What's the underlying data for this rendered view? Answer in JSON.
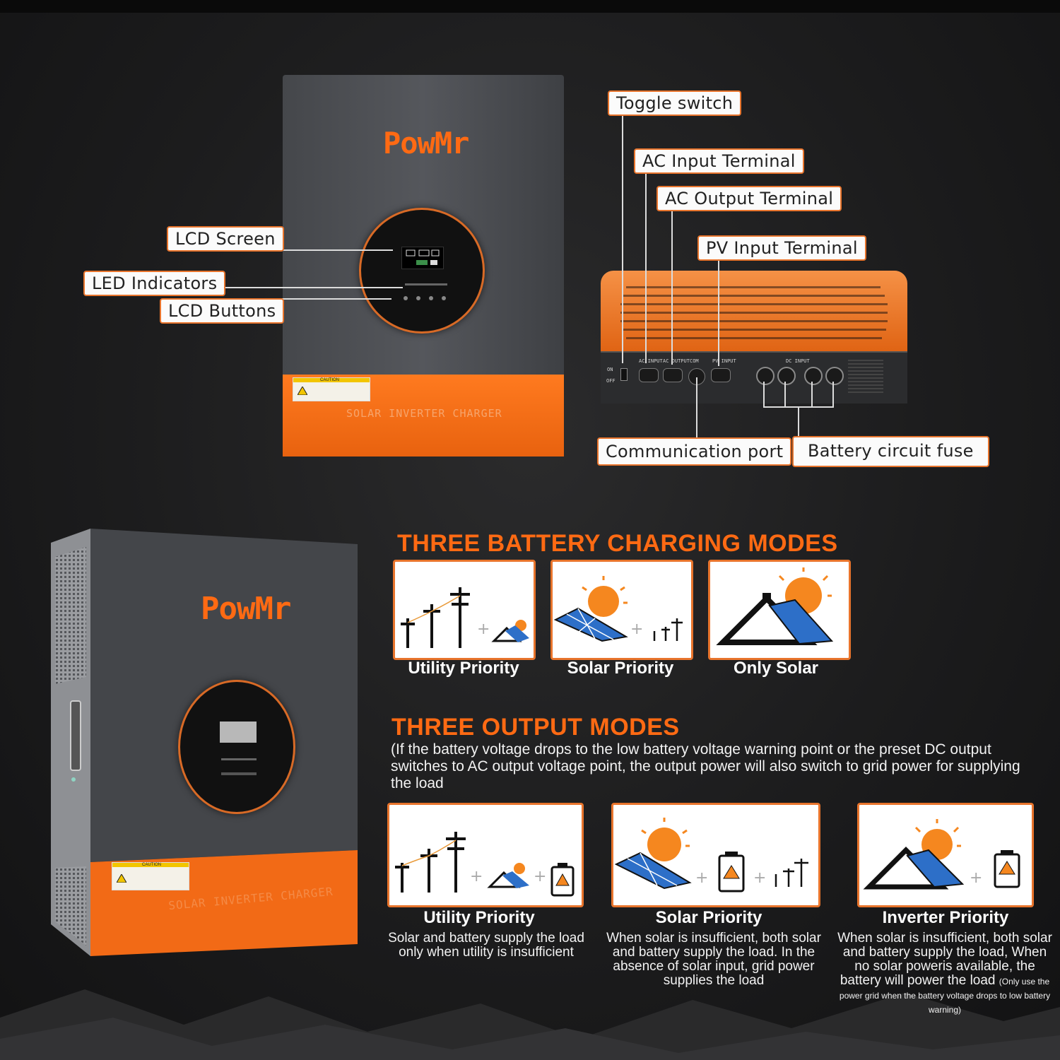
{
  "callouts": {
    "lcd_screen": "LCD Screen",
    "led_indicators": "LED Indicators",
    "lcd_buttons": "LCD Buttons",
    "toggle_switch": "Toggle switch",
    "ac_input": "AC Input Terminal",
    "ac_output": "AC Output Terminal",
    "pv_input": "PV Input Terminal",
    "comm_port": "Communication port",
    "battery_fuse": "Battery circuit fuse"
  },
  "product": {
    "brand": "PowMr",
    "front_text": "SOLAR INVERTER CHARGER",
    "caution": "CAUTION",
    "panel_labels": [
      "ON",
      "OFF",
      "AC INPUT",
      "AC OUTPUT",
      "COM",
      "PV INPUT",
      "DC INPUT"
    ]
  },
  "charging": {
    "title": "THREE BATTERY CHARGING MODES",
    "modes": [
      "Utility Priority",
      "Solar Priority",
      "Only Solar"
    ]
  },
  "output": {
    "title": "THREE OUTPUT MODES",
    "note": "(If the battery voltage drops to the low battery voltage warning point or the preset DC output switches to AC output voltage point, the output power will also switch to grid power for supplying the load",
    "modes": [
      {
        "label": "Utility Priority",
        "desc": "Solar and battery supply the load only when utility is insufficient"
      },
      {
        "label": "Solar Priority",
        "desc": "When solar is insufficient, both solar and battery supply the load. In the absence of solar input, grid power supplies the load"
      },
      {
        "label": "Inverter Priority",
        "desc": "When solar is insufficient, both solar and battery supply the load, When no solar poweris available, the battery will power the load",
        "fine_print": "(Only use the power grid when the battery voltage drops to low battery warning)"
      }
    ]
  },
  "colors": {
    "accent": "#ff6a13",
    "border": "#e8742c",
    "background": "#1c1c1d"
  },
  "icons": [
    "power-pole-icon",
    "sun-icon",
    "solar-panel-icon",
    "house-roof-icon",
    "battery-warning-icon",
    "plus-icon"
  ]
}
